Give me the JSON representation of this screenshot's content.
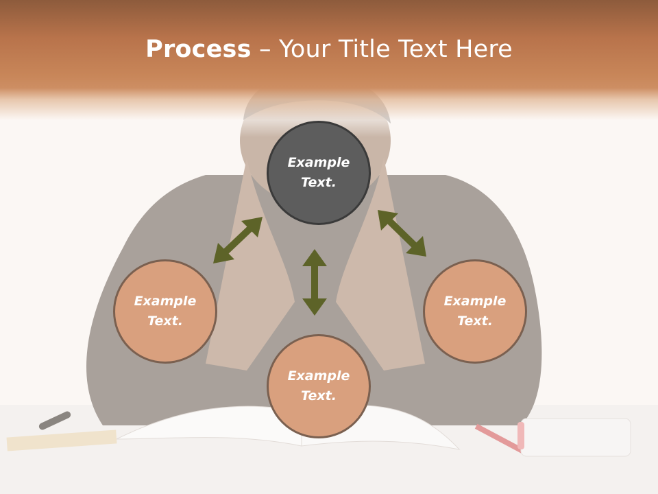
{
  "title": {
    "bold": "Process",
    "rest": " – Your Title Text Here"
  },
  "circles": {
    "top": "Example\nText.",
    "left": "Example\nText.",
    "right": "Example\nText.",
    "bottom": "Example\nText."
  },
  "colors": {
    "header": "#c88659",
    "arrow": "#5d6328",
    "circle_dark": "#5d5d5d",
    "circle_peach": "#d9a07e"
  }
}
